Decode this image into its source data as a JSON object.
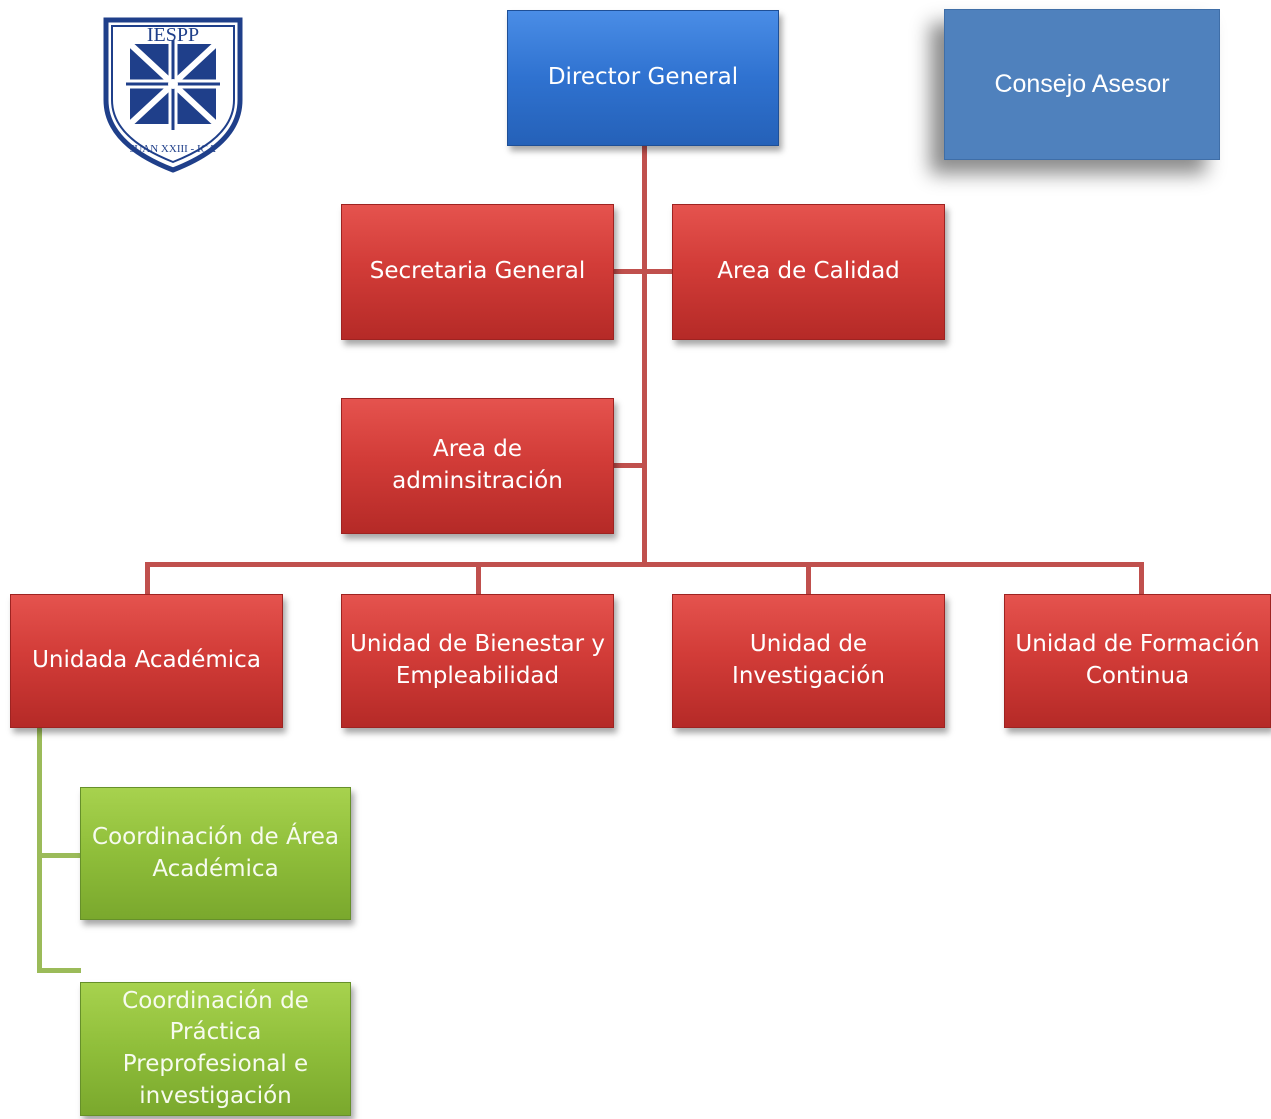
{
  "logo": {
    "icon": "cross-shield-icon",
    "top_text": "IESPP",
    "ring_text": "JUAN XXIII - ICA"
  },
  "nodes": {
    "director": "Director General",
    "consejo": "Consejo Asesor",
    "secretaria": "Secretaria General",
    "calidad": "Area de Calidad",
    "administracion": "Area de adminsitración",
    "academica": "Unidada Académica",
    "bienestar": "Unidad de Bienestar y Empleabilidad",
    "investigacion": "Unidad de Investigación",
    "formacion": "Unidad de Formación Continua",
    "coord_area": "Coordinación de Área Académica",
    "coord_practica": "Coordinación de Práctica Preprofesional e investigación"
  },
  "colors": {
    "director": "#2f72d0",
    "consejo": "#4f81bd",
    "units": "#c0504d",
    "coordinations": "#9bbb59"
  }
}
